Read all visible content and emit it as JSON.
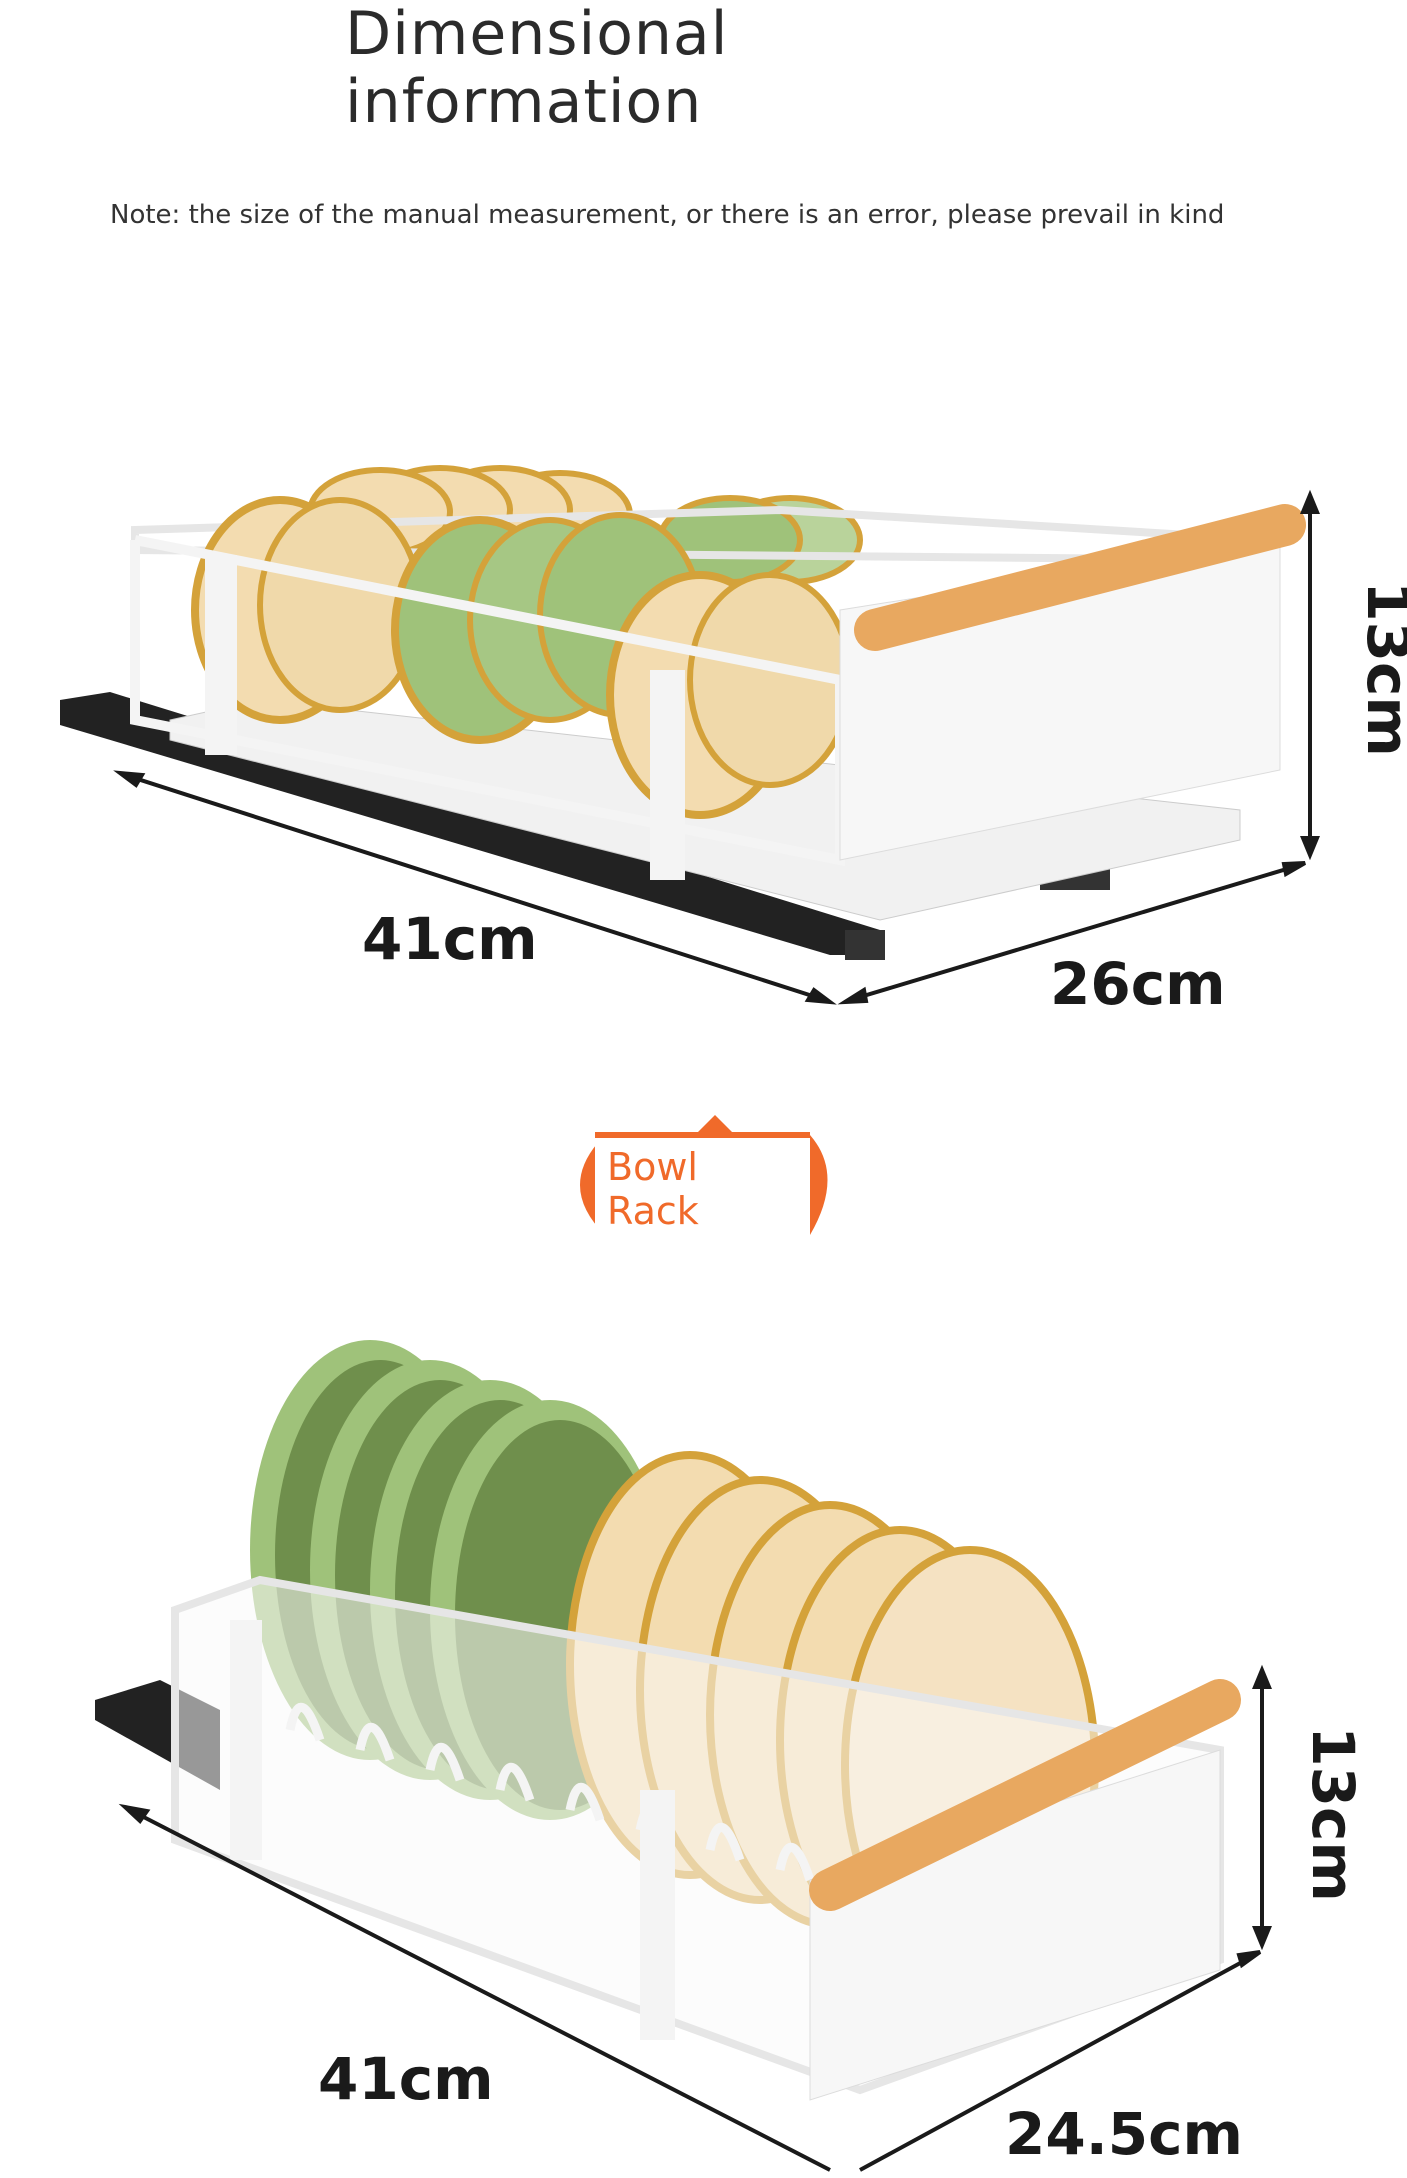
{
  "header": {
    "title": "Dimensional information",
    "note": "Note: the size of the manual measurement, or there is an error, please prevail in kind"
  },
  "bowl_section": {
    "length_label": "41cm",
    "depth_label": "26cm",
    "height_label": "13cm"
  },
  "badge": {
    "line1": "Bowl",
    "line2": "Rack"
  },
  "plate_section": {
    "length_label": "41cm",
    "depth_label": "24.5cm",
    "height_label": "13cm"
  },
  "colors": {
    "accent_orange": "#f06a2a",
    "bowl_cream": "#f3dcb0",
    "bowl_green": "#9fc27a",
    "gold_rim": "#d4a23a",
    "plate_green": "#6f8f4c",
    "wood": "#e8a860",
    "rack_white": "#f4f4f4",
    "rail_black": "#222222"
  }
}
